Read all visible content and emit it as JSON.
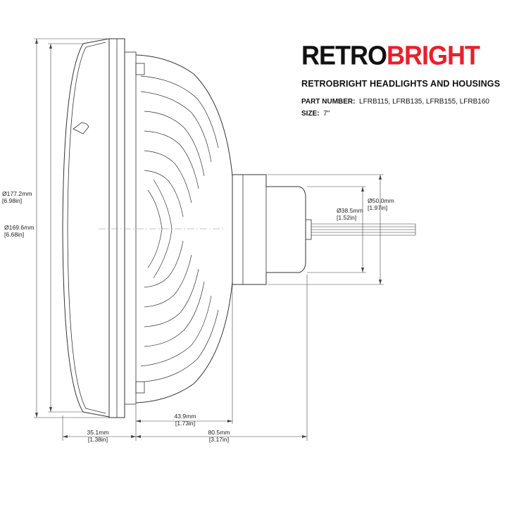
{
  "brand": {
    "logo_part1": "RETRO",
    "logo_part2": "BRIGHT",
    "accent_color": "#e8202a",
    "dark_color": "#111111"
  },
  "header": {
    "title": "RETROBRIGHT HEADLIGHTS AND HOUSINGS",
    "part_number_label": "PART NUMBER:",
    "part_number_value": "LFRB115, LFRB135, LFRB155, LFRB160",
    "size_label": "SIZE:",
    "size_value": "7\""
  },
  "dimensions": {
    "outer_diameter": {
      "mm": "Ø177.2mm",
      "in": "[6.98in]"
    },
    "lens_diameter": {
      "mm": "Ø169.6mm",
      "in": "[6.68in]"
    },
    "connector_outer": {
      "mm": "Ø50.0mm",
      "in": "[1.97in]"
    },
    "connector_inner": {
      "mm": "Ø38.5mm",
      "in": "[1.52in]"
    },
    "heatsink_depth": {
      "mm": "43.9mm",
      "in": "[1.73in]"
    },
    "lens_depth": {
      "mm": "35.1mm",
      "in": "[1.38in]"
    },
    "body_depth": {
      "mm": "80.5mm",
      "in": "[3.17in]"
    }
  }
}
